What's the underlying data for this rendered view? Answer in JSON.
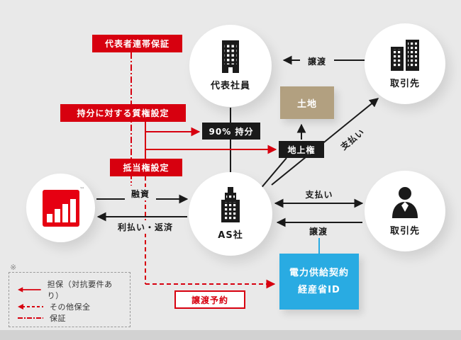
{
  "diagram": {
    "nodes": {
      "representative": {
        "label": "代表社員"
      },
      "partner_top": {
        "label": "取引先"
      },
      "as_company": {
        "label": "AS社"
      },
      "partner_right": {
        "label": "取引先"
      },
      "bank": {
        "tm": "™"
      }
    },
    "boxes": {
      "joint_guarantee": "代表者連帯保証",
      "equity_pledge": "持分に対する質権設定",
      "mortgage": "抵当権設定",
      "equity_90": "90% 持分",
      "land": "土地",
      "surface_right": "地上権",
      "transfer_reservation": "譲渡予約",
      "power_contract": {
        "line1": "電力供給契約",
        "line2": "経産省ID"
      }
    },
    "edges": {
      "transfer_top": "譲渡",
      "payment_diagonal": "支払い",
      "payment_right": "支払い",
      "transfer_right": "譲渡",
      "loan": "融資",
      "interest_repayment": "利払い・返済"
    },
    "legend": {
      "note_mark": "※",
      "items": [
        {
          "style": "solid-arrow",
          "label": "担保（対抗要件あり）"
        },
        {
          "style": "dashed-arrow",
          "label": "その他保全"
        },
        {
          "style": "dash-dot",
          "label": "保証"
        }
      ]
    },
    "colors": {
      "red": "#d7000f",
      "blue": "#29abe2",
      "tan": "#b2a080",
      "black": "#1a1a1a",
      "background": "#e9e9e9",
      "logo_red": "#e60012"
    }
  }
}
